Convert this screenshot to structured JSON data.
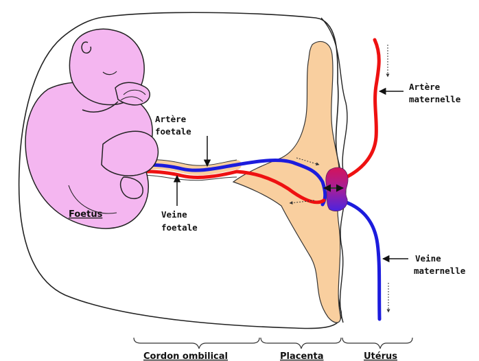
{
  "labels": {
    "foetus": "Foetus",
    "artere_foetale_1": "Artère",
    "artere_foetale_2": "foetale",
    "veine_foetale_1": "Veine",
    "veine_foetale_2": "foetale",
    "artere_maternelle_1": "Artère",
    "artere_maternelle_2": "maternelle",
    "veine_maternelle_1": "Veine",
    "veine_maternelle_2": "maternelle"
  },
  "sections": {
    "cordon": "Cordon ombilical",
    "placenta": "Placenta",
    "uterus": "Utérus"
  },
  "colors": {
    "foetus_skin": "#f4b6f0",
    "placenta": "#f9cf9f",
    "artery_red": "#ee1111",
    "vein_blue": "#1c1cdd",
    "exchange_magenta": "#cc1e6e",
    "exchange_violet": "#6a1fd1",
    "outline": "#222222"
  }
}
